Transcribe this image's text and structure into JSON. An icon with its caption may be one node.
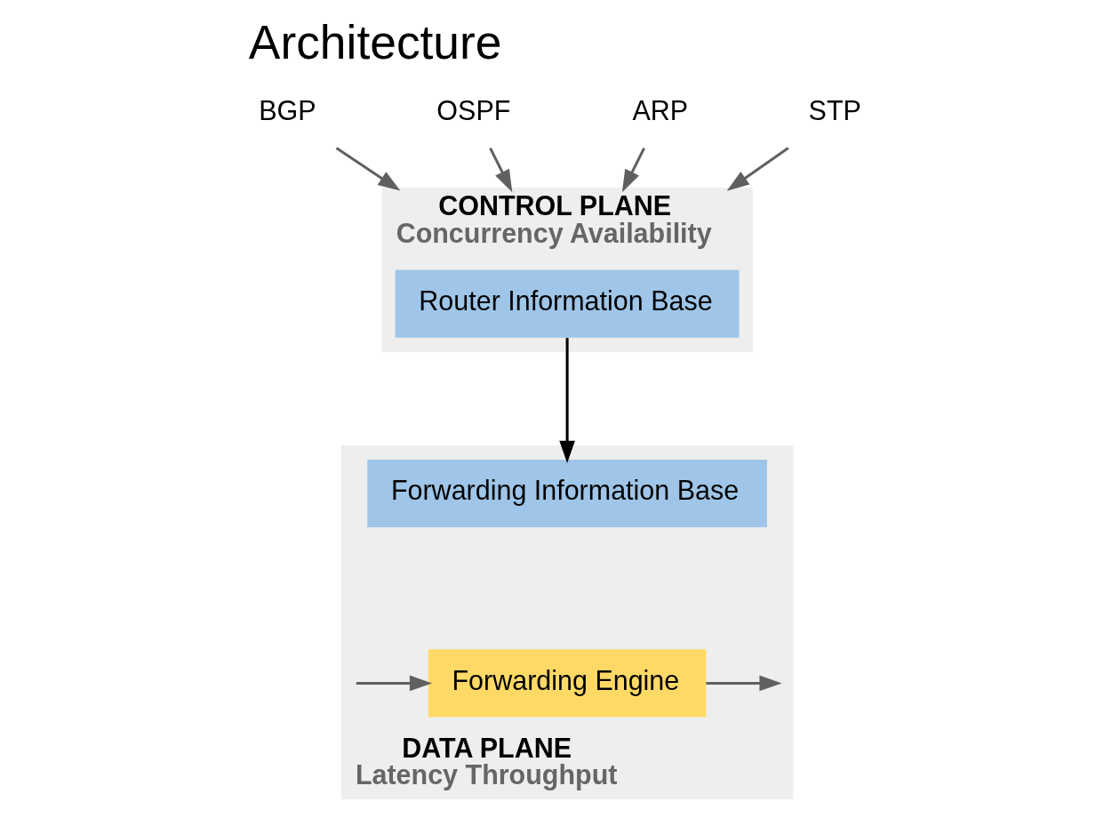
{
  "diagram": {
    "title": "Architecture",
    "nodes": [
      {
        "text": [
          "CONTROL PLANE",
          "Concurrency Availability"
        ]
      },
      {
        "text": [
          "Router Information Base"
        ],
        "in": 0
      },
      {
        "text": [
          "DATA PLANE",
          "Latency Throughput"
        ]
      },
      {
        "text": [
          "Forwarding Information Base"
        ],
        "in": 2
      },
      {
        "text": [
          "Forwarding Engine"
        ],
        "in": 2
      },
      {
        "text": [
          "BGP"
        ]
      },
      {
        "text": [
          "OSPF"
        ]
      },
      {
        "text": [
          "ARP"
        ]
      },
      {
        "text": [
          "STP"
        ]
      }
    ],
    "edges": [
      {
        "from": 5,
        "to": 0,
        "arrow": "to"
      },
      {
        "from": 6,
        "to": 0,
        "arrow": "to"
      },
      {
        "from": 7,
        "to": 0,
        "arrow": "to"
      },
      {
        "from": 8,
        "to": 0,
        "arrow": "to"
      },
      {
        "from": 1,
        "to": 3,
        "arrow": "to",
        "color": "#000000"
      },
      {
        "from": null,
        "to": 4,
        "arrow": "to"
      },
      {
        "from": 4,
        "to": null,
        "arrow": "to"
      }
    ]
  }
}
